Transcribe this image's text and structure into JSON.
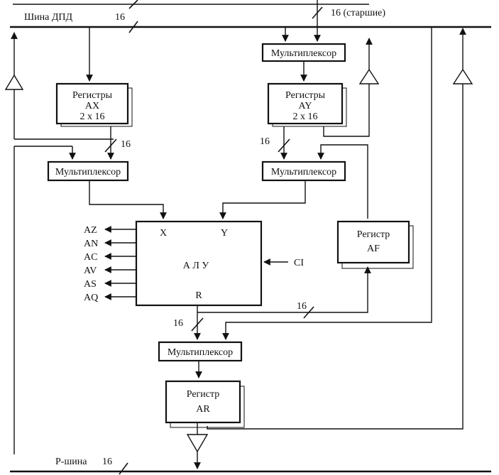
{
  "buses": {
    "dpd_label": "Шина ДПД",
    "dpd_width": "16",
    "upper_width": "16 (старшие)",
    "r_label": "Р-шина",
    "r_width": "16"
  },
  "blocks": {
    "mux_y_top": "Мультиплексор",
    "reg_ax_line1": "Регистры",
    "reg_ax_line2": "AX",
    "reg_ax_line3": "2 x 16",
    "reg_ay_line1": "Регистры",
    "reg_ay_line2": "AY",
    "reg_ay_line3": "2 x 16",
    "mux_x": "Мультиплексор",
    "mux_y": "Мультиплексор",
    "alu": "А Л У",
    "alu_x": "X",
    "alu_y": "Y",
    "alu_r": "R",
    "reg_af_line1": "Регистр",
    "reg_af_line2": "AF",
    "mux_r": "Мультиплексор",
    "reg_ar_line1": "Регистр",
    "reg_ar_line2": "AR"
  },
  "flags": [
    "AZ",
    "AN",
    "AC",
    "AV",
    "AS",
    "AQ"
  ],
  "ci_label": "CI",
  "widths": {
    "ax_out": "16",
    "ay_out": "16",
    "alu_out": "16",
    "af_in": "16"
  }
}
